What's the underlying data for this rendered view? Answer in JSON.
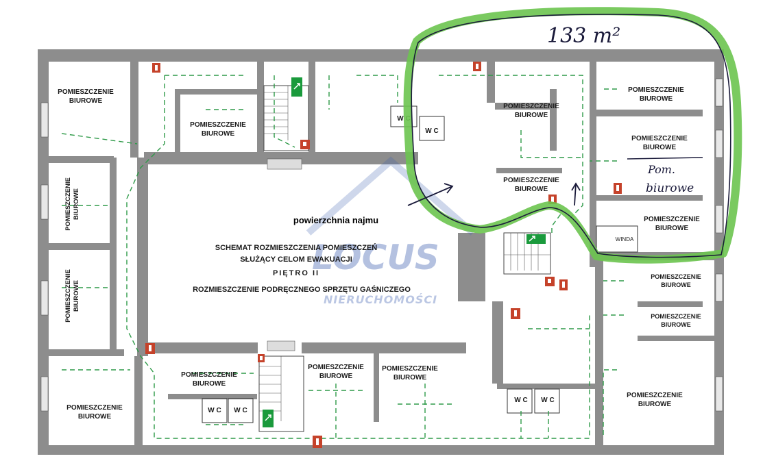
{
  "handwritten": {
    "area_note": "133 m²",
    "room_note_line1": "Pom.",
    "room_note_line2": "biurowe"
  },
  "area_label": "powierzchnia najmu",
  "schema_title": {
    "line1": "SCHEMAT ROZMIESZCZENIA POMIESZCZEŃ",
    "line2": "SŁUŻĄCY CELOM EWAKUACJI",
    "line3": "PIĘTRO II",
    "line4": "ROZMIESZCZENIE PODRĘCZNEGO SPRZĘTU GAŚNICZEGO"
  },
  "watermark": {
    "brand": "LOCUS",
    "sub": "NIERUCHOMOŚCI"
  },
  "rooms": {
    "office_line1": "POMIESZCZENIE",
    "office_line2": "BIUROWE",
    "wc": "W C",
    "lift": "WINDA"
  },
  "colors": {
    "highlight": "#6cc44f",
    "route": "#2e9a48",
    "extinguisher": "#c5422a",
    "exit_sign": "#1a9a3c",
    "wall": "#8d8d8d",
    "watermark": "#3d5fb0"
  },
  "icons": [
    "fire-extinguisher-icon",
    "emergency-exit-icon",
    "arrow-icon"
  ]
}
